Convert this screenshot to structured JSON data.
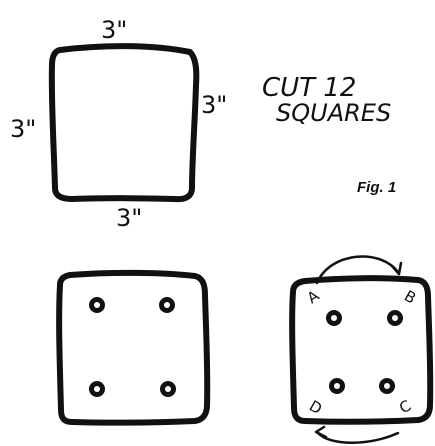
{
  "dimension_labels": {
    "top": "3\"",
    "left": "3\"",
    "right": "3\"",
    "bottom": "3\""
  },
  "instruction": {
    "line1": "CUT 12",
    "line2": "SQUARES"
  },
  "figure_caption": "Fig. 1",
  "corner_labels": {
    "a": "A",
    "b": "B",
    "c": "C",
    "d": "D"
  }
}
